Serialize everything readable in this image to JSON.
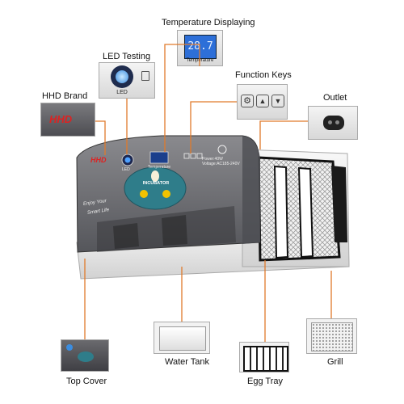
{
  "labels": {
    "temperature_displaying": "Temperature Displaying",
    "led_testing": "LED Testing",
    "function_keys": "Function Keys",
    "hhd_brand": "HHD Brand",
    "outlet": "Outlet",
    "top_cover": "Top Cover",
    "water_tank": "Water Tank",
    "egg_tray": "Egg Tray",
    "grill": "Grill"
  },
  "device_text": {
    "display_reading": "28.7",
    "display_caption": "Temperature",
    "led_caption": "LED",
    "brand_logo": "HHD",
    "slogan_line1": "Enjoy Your",
    "slogan_line2": "Smart Life",
    "badge_title": "INCUBATOR",
    "power_line1": "Power:40W",
    "power_line2": "Voltage:AC185-240V"
  },
  "colors": {
    "connector_orange": "#e07a2b",
    "lcd_blue": "#2d6fd8",
    "housing_grey": "#6f6f73",
    "brand_red": "#d22"
  }
}
